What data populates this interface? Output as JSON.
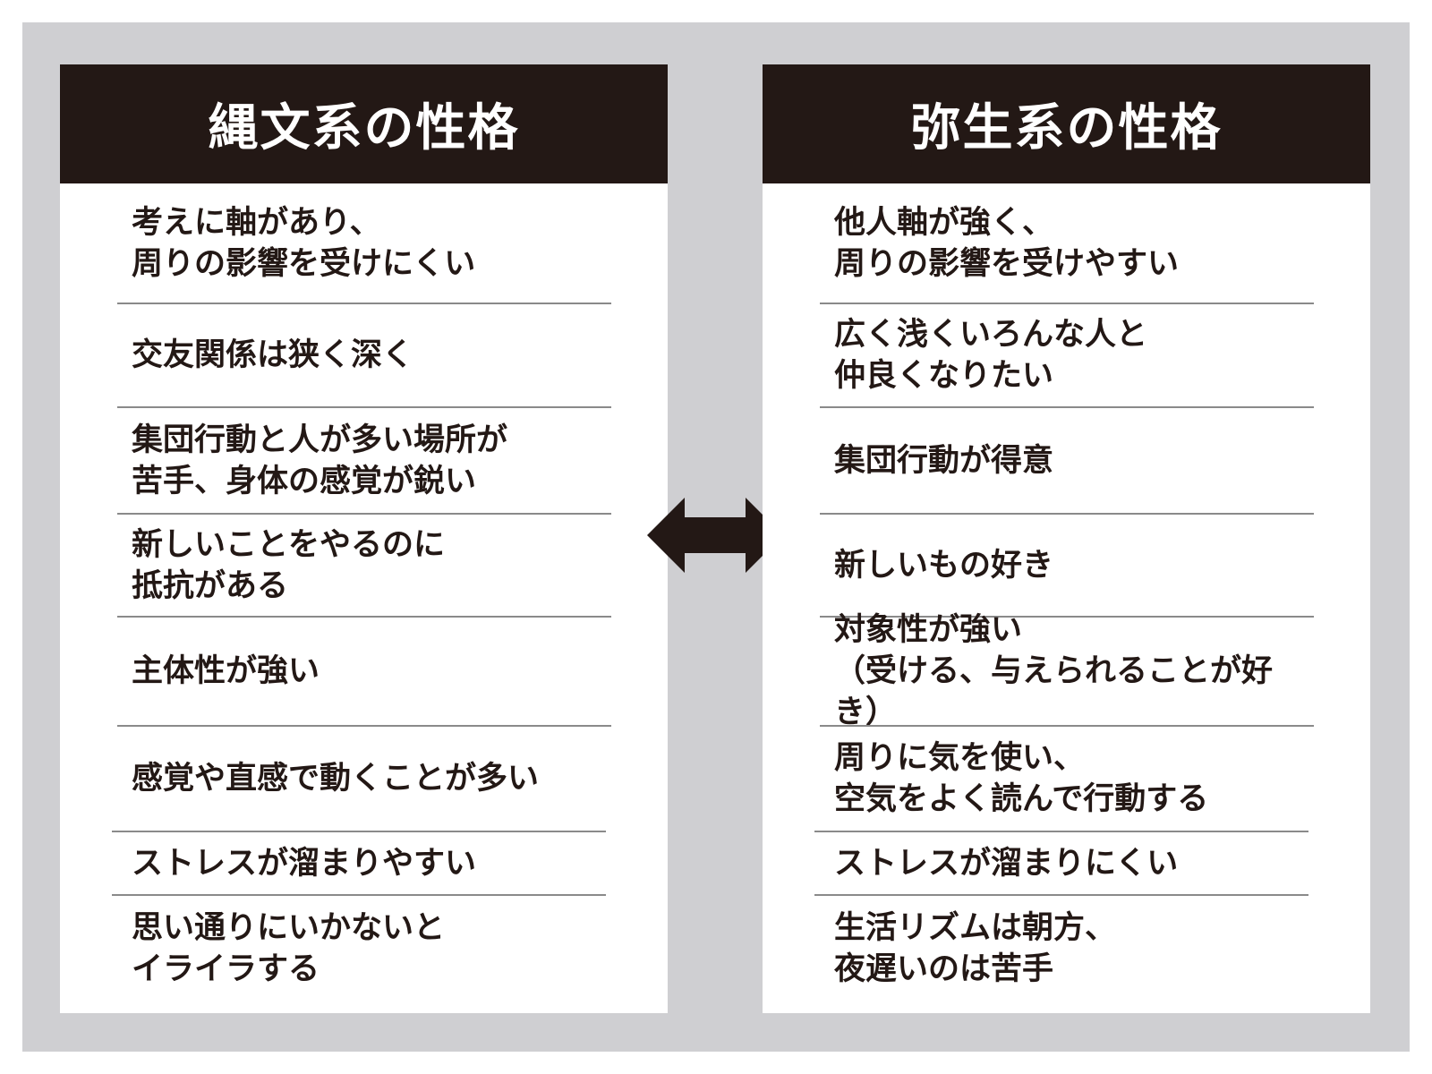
{
  "colors": {
    "frame": "#cfcfd2",
    "header_bg": "#231815",
    "text": "#231815",
    "divider": "#8a8a8a"
  },
  "left": {
    "title": "縄文系の性格",
    "items": [
      "考えに軸があり、\n周りの影響を受けにくい",
      "交友関係は狭く深く",
      "集団行動と人が多い場所が\n苦手、身体の感覚が鋭い",
      "新しいことをやるのに\n抵抗がある",
      "主体性が強い",
      "感覚や直感で動くことが多い",
      "ストレスが溜まりやすい",
      "思い通りにいかないと\nイライラする"
    ]
  },
  "right": {
    "title": "弥生系の性格",
    "items": [
      "他人軸が強く、\n周りの影響を受けやすい",
      "広く浅くいろんな人と\n仲良くなりたい",
      "集団行動が得意",
      "新しいもの好き",
      "対象性が強い\n（受ける、与えられることが好き）",
      "周りに気を使い、\n空気をよく読んで行動する",
      "ストレスが溜まりにくい",
      "生活リズムは朝方、\n夜遅いのは苦手"
    ]
  },
  "icons": {
    "center": "double-arrow-icon"
  }
}
